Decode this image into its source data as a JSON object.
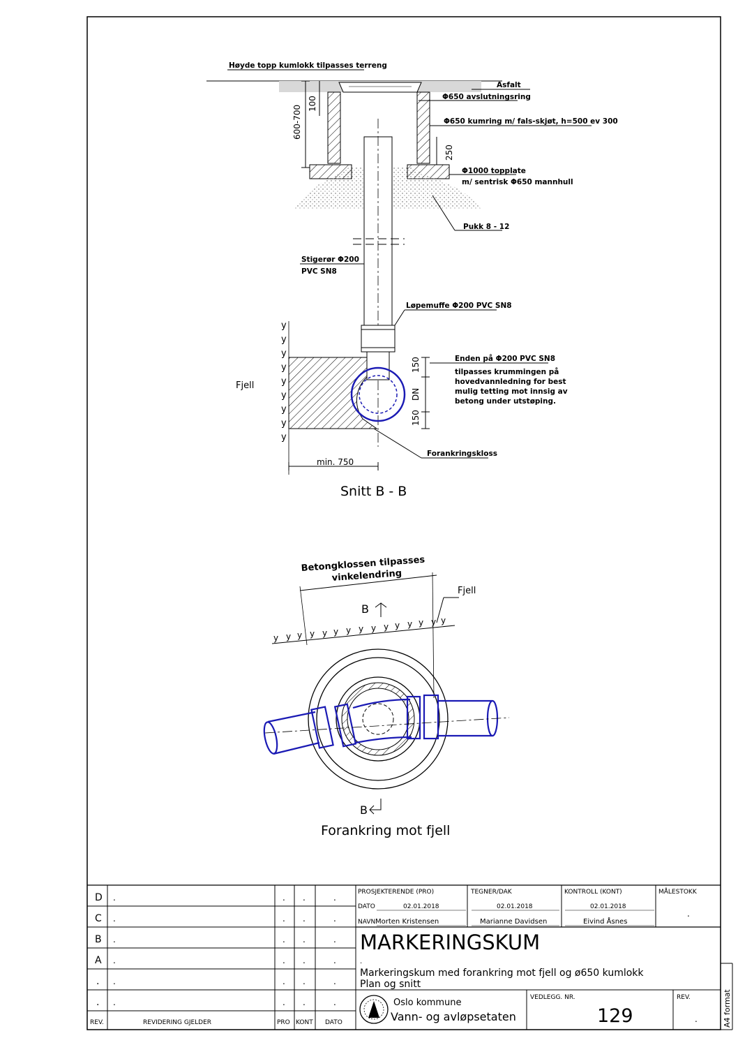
{
  "section": {
    "title": "Snitt B - B",
    "labels": {
      "height_adjust": "Høyde topp kumlokk tilpasses terreng",
      "asphalt": "Asfalt",
      "ring_finish": "Φ650 avslutningsring",
      "ring_cone": "Φ650 kumring m/ fals-skjøt, h=500 ev 300",
      "top_plate_1": "Φ1000 topplate",
      "top_plate_2": "m/ sentrisk Φ650 mannhull",
      "gravel": "Pukk 8 - 12",
      "riser_1": "Stigerør Φ200",
      "riser_2": "PVC SN8",
      "coupling": "Løpemuffe Φ200 PVC SN8",
      "end_1": "Enden på Φ200 PVC SN8",
      "end_2": "tilpasses krummingen på",
      "end_3": "hovedvannledning for best",
      "end_4": "mulig tetting mot innsig av",
      "end_5": "betong under utstøping.",
      "rock": "Fjell",
      "anchor": "Forankringskloss",
      "dim_min": "min. 750",
      "dim_600": "600-700",
      "dim_100": "100",
      "dim_250": "250",
      "dim_150a": "150",
      "dim_dn": "DN",
      "dim_150b": "150"
    }
  },
  "plan": {
    "title": "Forankring mot fjell",
    "note_1": "Betongklossen tilpasses",
    "note_2": "vinkelendring",
    "rock": "Fjell",
    "cut_top": "B",
    "cut_bottom": "B",
    "rock_glyph": "y"
  },
  "titleblock": {
    "rev_rows": [
      {
        "rev": "D",
        "text": ".",
        "pro": ".",
        "kont": ".",
        "dato": "."
      },
      {
        "rev": "C",
        "text": ".",
        "pro": ".",
        "kont": ".",
        "dato": "."
      },
      {
        "rev": "B",
        "text": ".",
        "pro": ".",
        "kont": ".",
        "dato": "."
      },
      {
        "rev": "A",
        "text": ".",
        "pro": ".",
        "kont": ".",
        "dato": "."
      },
      {
        "rev": ".",
        "text": ".",
        "pro": ".",
        "kont": ".",
        "dato": "."
      },
      {
        "rev": ".",
        "text": ".",
        "pro": ".",
        "kont": ".",
        "dato": "."
      }
    ],
    "headers": {
      "rev": "REV.",
      "text": "REVIDERING GJELDER",
      "pro": "PRO",
      "kont": "KONT",
      "dato": "DATO"
    },
    "pro_head": "PROSJEKTERENDE (PRO)",
    "tegner_head": "TEGNER/DAK",
    "kontroll_head": "KONTROLL (KONT)",
    "malestokk_head": "MÅLESTOKK",
    "malestokk_value": ".",
    "dato_label": "DATO",
    "navn_label": "NAVN",
    "pro_date": "02.01.2018",
    "pro_name": "Morten Kristensen",
    "tegner_date": "02.01.2018",
    "tegner_name": "Marianne Davidsen",
    "kontroll_date": "02.01.2018",
    "kontroll_name": "Eivind Åsnes",
    "title": "MARKERINGSKUM",
    "dot": ".",
    "subtitle_1": "Markeringskum med forankring mot fjell og ø650 kumlokk",
    "subtitle_2": "Plan og snitt",
    "org_1": "Oslo kommune",
    "org_2": "Vann- og avløpsetaten",
    "vedlegg_head": "VEDLEGG. NR.",
    "vedlegg_value": "129",
    "rev_head": "REV.",
    "rev_value": ".",
    "format": "A4 format"
  },
  "colors": {
    "line": "#000000",
    "pipe": "#1a1ab4",
    "asphalt": "#d8d8d8"
  }
}
